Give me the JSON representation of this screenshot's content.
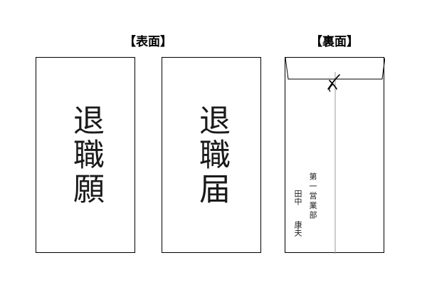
{
  "labels": {
    "front": "【表面】",
    "back": "【裏面】"
  },
  "envelopes": [
    {
      "title": "退職願"
    },
    {
      "title": "退職届"
    }
  ],
  "back": {
    "department": "第一営業部",
    "surname": "田中",
    "given_name": "康夫"
  }
}
